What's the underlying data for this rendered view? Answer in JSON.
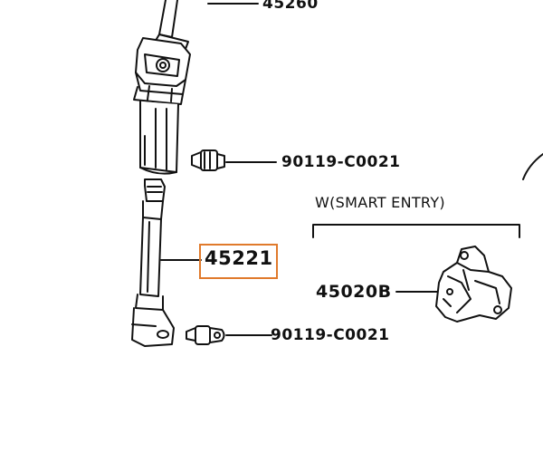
{
  "diagram": {
    "top_part_partial": "45260",
    "bolt_top": "90119-C0021",
    "bolt_bottom": "90119-C0021",
    "highlighted_part": "45221",
    "option_header": "W(SMART ENTRY)",
    "module_part": "45020B",
    "colors": {
      "highlight": "#e07a2c",
      "line": "#111111",
      "background": "#ffffff"
    }
  }
}
